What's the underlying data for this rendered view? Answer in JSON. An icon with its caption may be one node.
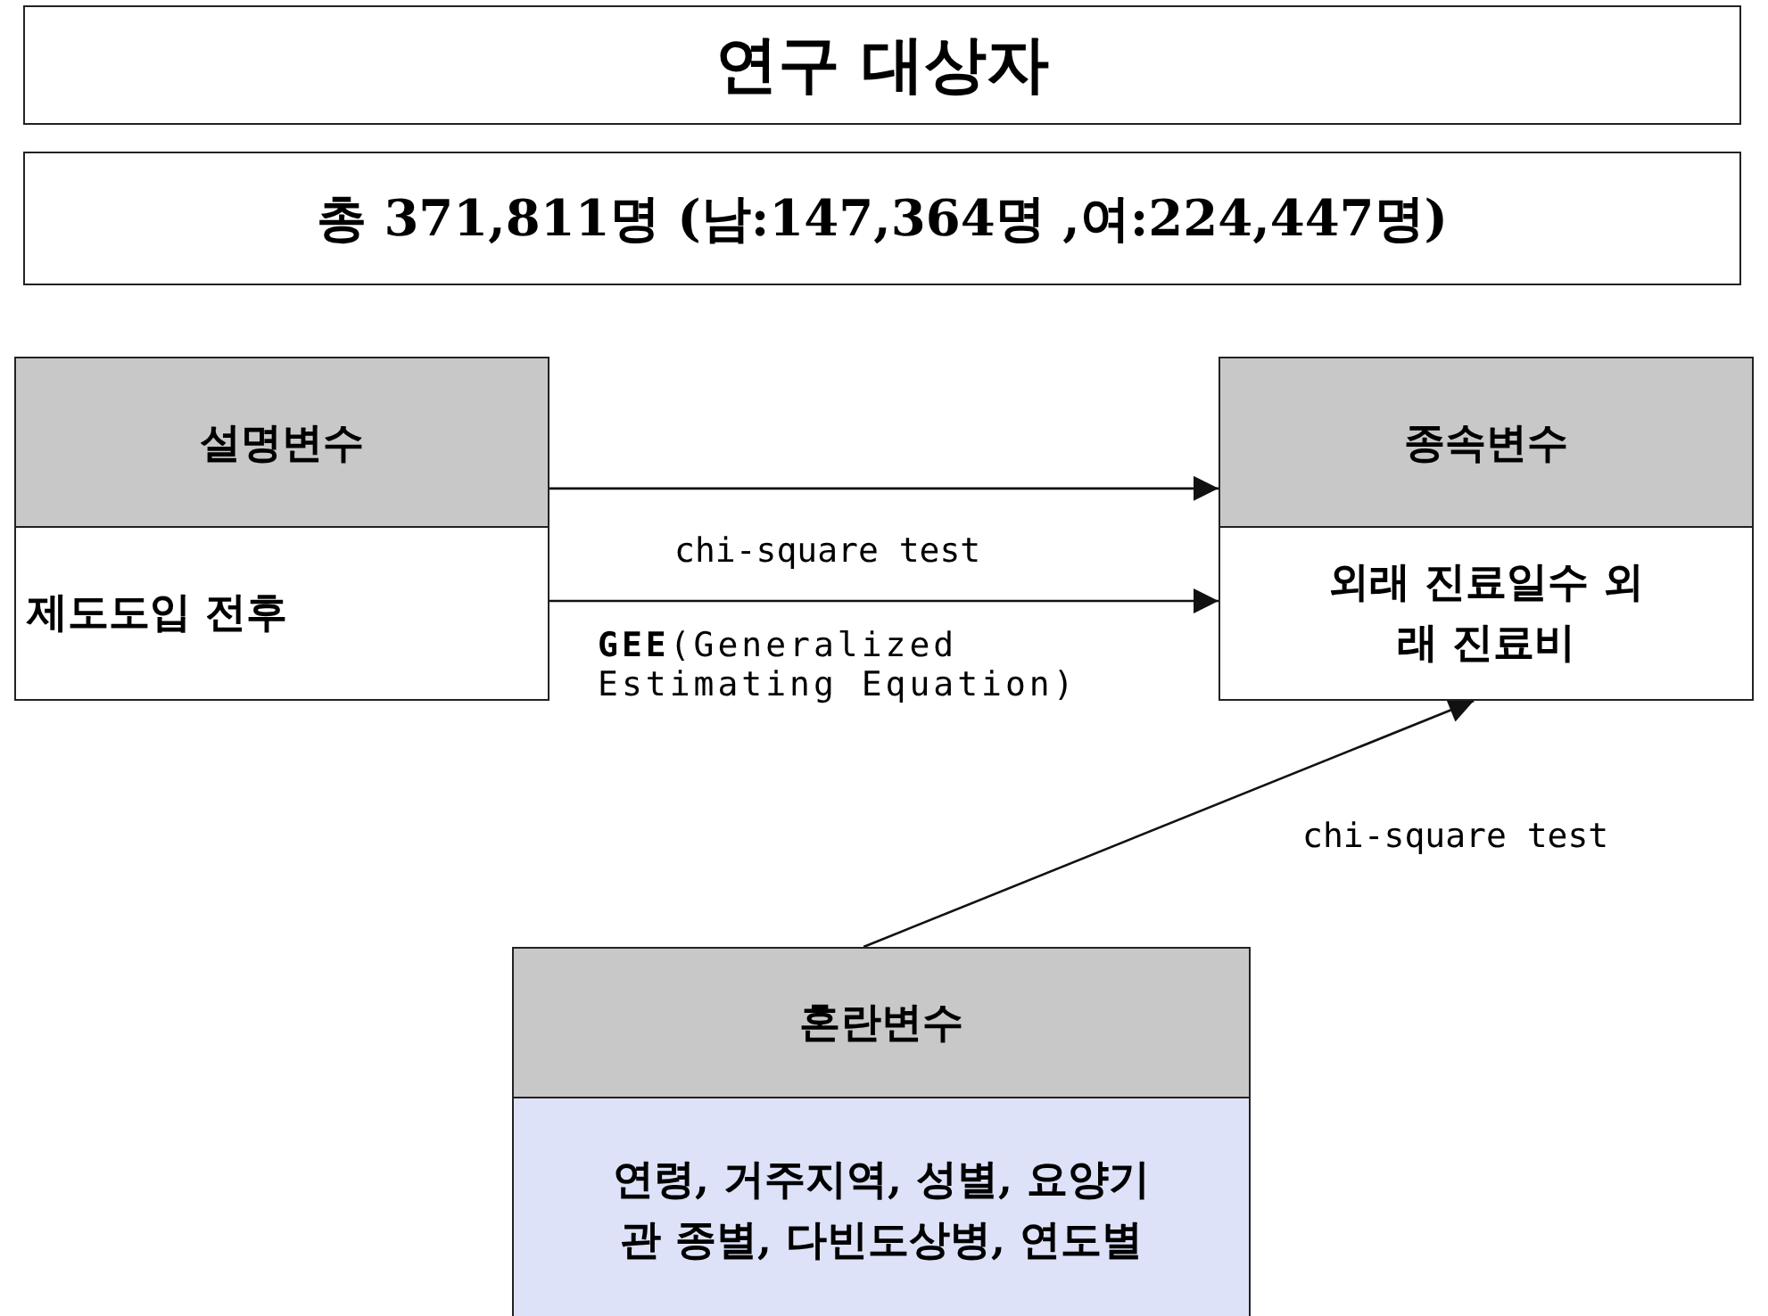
{
  "diagram": {
    "nodes": [
      {
        "text": [
          "연구 대상자"
        ]
      },
      {
        "text": [
          "총 371,811명 (남:147,364명 ,여:224,447명)"
        ]
      },
      {
        "text": [
          "설명변수",
          "제도도입 전후"
        ]
      },
      {
        "text": [
          "종속변수",
          "외래 진료일수 외래 진료비"
        ]
      },
      {
        "text": [
          "혼란변수",
          "연령, 거주지역, 성별, 요양기관 종별, 다빈도상병, 연도별"
        ]
      }
    ],
    "edges": [
      {
        "from": 2,
        "to": 3,
        "arrow": "to",
        "label": "chi-square test"
      },
      {
        "from": 2,
        "to": 3,
        "arrow": "to",
        "label": "**GEE**(Generalized Estimating Equation)"
      },
      {
        "from": 4,
        "to": 3,
        "arrow": "to",
        "label": "chi-square test"
      }
    ]
  }
}
